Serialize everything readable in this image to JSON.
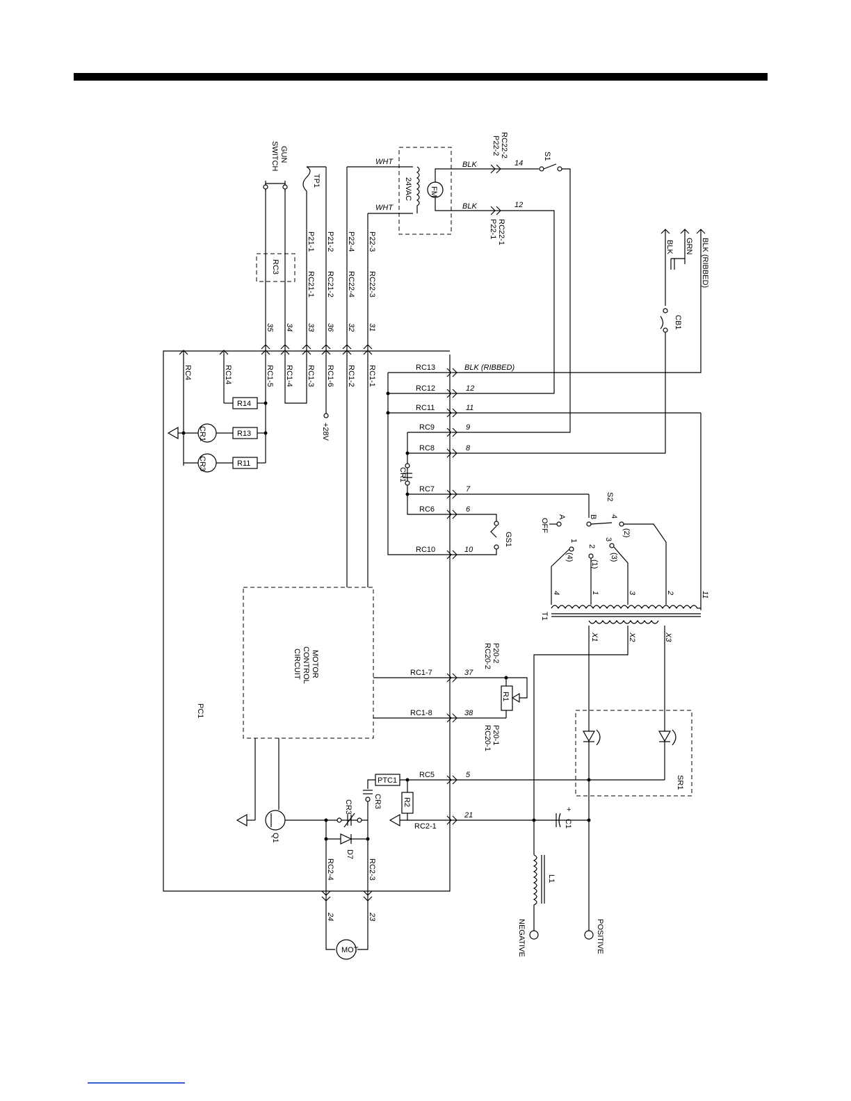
{
  "board": "PC1",
  "motor_control_block": [
    "MOTOR",
    "CONTROL",
    "CIRCUIT"
  ],
  "gun_switch": [
    "GUN",
    "SWITCH"
  ],
  "tp1": "TP1",
  "rc3": "RC3",
  "plus_28v": "+28V",
  "fan_transformer": "24VAC",
  "fan_motor": "FM",
  "s1": "S1",
  "s2": "S2",
  "cb1": "CB1",
  "gs1": "GS1",
  "cr1": "CR1",
  "cr3": "CR3",
  "t1": "T1",
  "sr1": "SR1",
  "r1": "R1",
  "r2": "R2",
  "r11": "R11",
  "r13": "R13",
  "r14": "R14",
  "ptc1": "PTC1",
  "q1": "Q1",
  "d7": "D7",
  "c1": "C1",
  "c1_plus": "+",
  "l1": "L1",
  "mot": "MOT",
  "negative": "NEGATIVE",
  "positive": "POSITIVE",
  "wire_colors": {
    "wht_a": "WHT",
    "wht_b": "WHT",
    "blk_a": "BLK",
    "blk_b": "BLK",
    "ribbed": "BLK (RIBBED)",
    "ribbed_in": "BLK (RIBBED)",
    "grn": "GRN",
    "blk_in": "BLK"
  },
  "plugs_top": [
    {
      "pin": "P21-1",
      "rc": "RC21-1",
      "wire": "33"
    },
    {
      "pin": "P21-2",
      "rc": "RC21-2",
      "wire": "36"
    },
    {
      "pin": "P22-4",
      "rc": "RC22-4",
      "wire": "32"
    },
    {
      "pin": "P22-3",
      "rc": "RC22-3",
      "wire": "31"
    }
  ],
  "gun_wires": [
    "35",
    "34"
  ],
  "rc22_2": [
    "RC22-2",
    "P22-2"
  ],
  "rc22_1": [
    "RC22-1",
    "P22-1"
  ],
  "s1_wires": [
    "14",
    "12"
  ],
  "rc1_pins": [
    "RC4",
    "RC14",
    "RC1-5",
    "RC1-4",
    "RC1-3",
    "RC1-6",
    "RC1-2",
    "RC1-1"
  ],
  "right_rows": [
    {
      "rc": "RC13",
      "wire": "BLK (RIBBED)"
    },
    {
      "rc": "RC12",
      "wire": "12"
    },
    {
      "rc": "RC11",
      "wire": "11"
    },
    {
      "rc": "RC9",
      "wire": "9"
    },
    {
      "rc": "RC8",
      "wire": "8"
    },
    {
      "rc": "RC7",
      "wire": "7"
    },
    {
      "rc": "RC6",
      "wire": "6"
    },
    {
      "rc": "RC10",
      "wire": "10"
    },
    {
      "rc": "RC1-7",
      "wire": "37"
    },
    {
      "rc": "RC1-8",
      "wire": "38"
    },
    {
      "rc": "RC5",
      "wire": "5"
    },
    {
      "rc": "RC2-1",
      "wire": "21"
    }
  ],
  "p20_2": [
    "P20-2",
    "RC20-2"
  ],
  "p20_1": [
    "P20-1",
    "RC20-1"
  ],
  "s2_positions": {
    "a": "A",
    "off": "OFF",
    "b": "B",
    "p4": "4",
    "p4b": "(2)",
    "p1": "1",
    "p1b": "(4)",
    "p2": "2",
    "p2b": "(1)",
    "p3": "3",
    "p3b": "(3)"
  },
  "t1_taps": [
    "4",
    "1",
    "3",
    "2",
    "11"
  ],
  "t1_secondary": [
    "X1",
    "X2",
    "X3"
  ],
  "motor_pins": [
    "RC2-4",
    "RC2-3"
  ],
  "motor_wires": [
    "24",
    "23"
  ]
}
